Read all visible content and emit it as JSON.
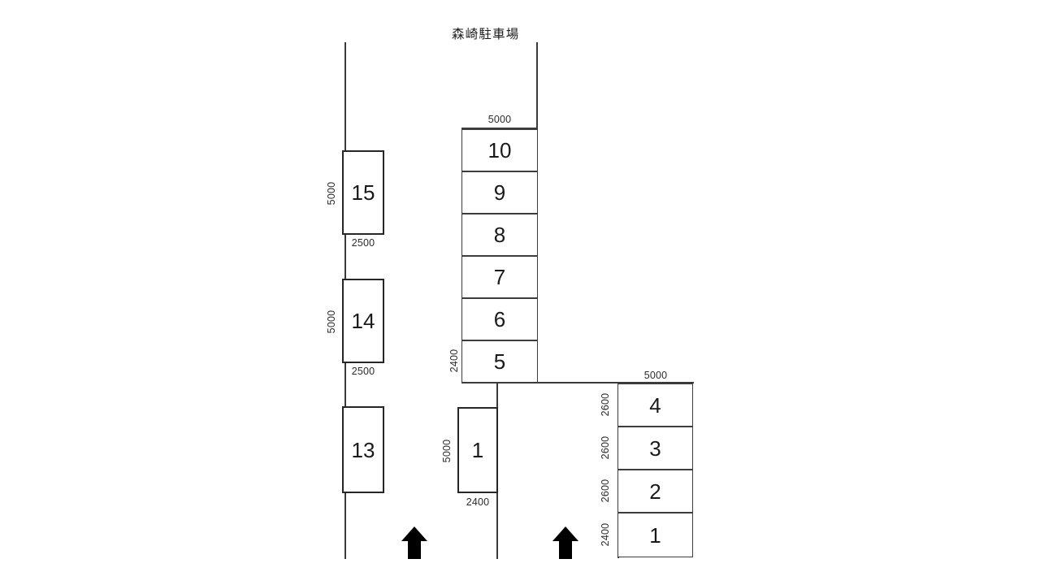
{
  "page": {
    "title": "森崎駐車場",
    "background_color": "#ffffff",
    "line_color": "#3a3a3a",
    "stall_border_color": "#262626",
    "text_color": "#1a1a1a"
  },
  "title": {
    "text": "森崎駐車場"
  },
  "columns": {
    "left": {
      "name": "left-stall-column",
      "stalls": [
        {
          "number": "15",
          "width_label": "2500",
          "height_label": "5000"
        },
        {
          "number": "14",
          "width_label": "2500",
          "height_label": "5000"
        },
        {
          "number": "13",
          "width_label": "",
          "height_label": ""
        }
      ]
    },
    "middle_upper": {
      "name": "middle-upper-stall-column",
      "width_label": "5000",
      "height_label": "2400",
      "stalls": [
        {
          "number": "10"
        },
        {
          "number": "9"
        },
        {
          "number": "8"
        },
        {
          "number": "7"
        },
        {
          "number": "6"
        },
        {
          "number": "5"
        }
      ]
    },
    "middle_lower": {
      "name": "middle-lower-stall",
      "stalls": [
        {
          "number": "1",
          "width_label": "2400",
          "height_label": "5000"
        }
      ]
    },
    "right": {
      "name": "right-stall-column",
      "width_label": "5000",
      "stalls": [
        {
          "number": "4",
          "height_label": "2600"
        },
        {
          "number": "3",
          "height_label": "2600"
        },
        {
          "number": "2",
          "height_label": "2600"
        },
        {
          "number": "1",
          "height_label": "2400"
        }
      ]
    }
  },
  "arrows": [
    {
      "name": "entrance-arrow-left",
      "direction": "up"
    },
    {
      "name": "entrance-arrow-right",
      "direction": "up"
    }
  ]
}
